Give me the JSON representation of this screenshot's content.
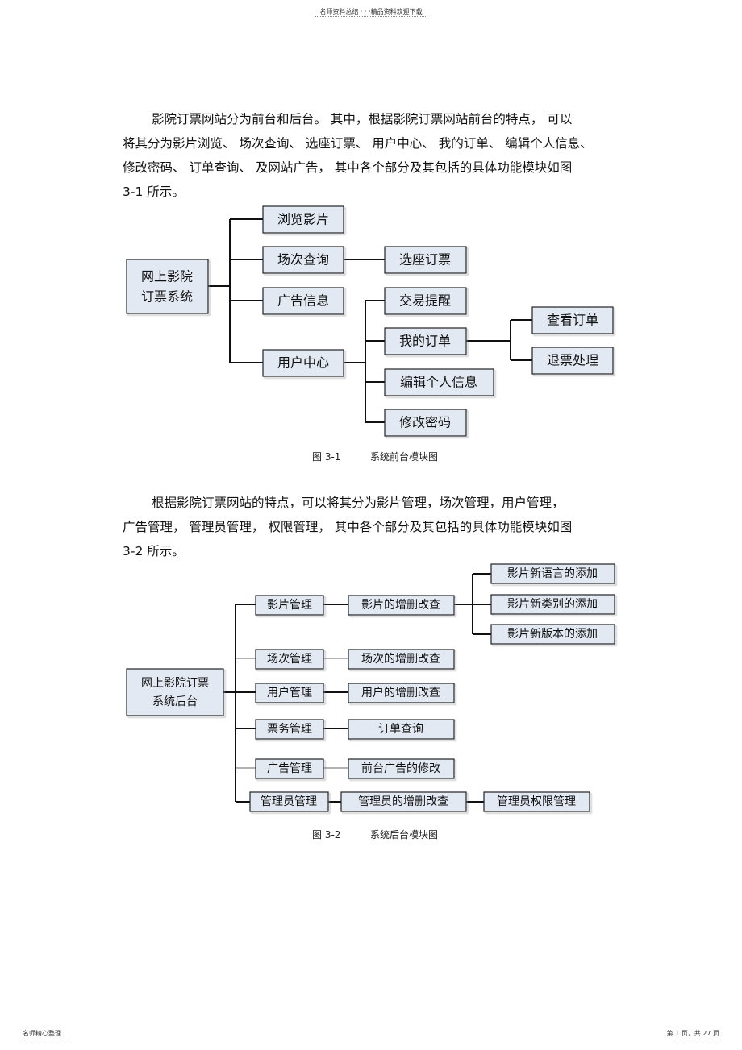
{
  "header": {
    "text": "名师资料总结 · · ·精品资料欢迎下载"
  },
  "paragraph1": {
    "line1": "影院订票网站分为前台和后台。  其中，根据影院订票网站前台的特点，  可以",
    "line2": "将其分为影片浏览、 场次查询、 选座订票、 用户中心、 我的订单、 编辑个人信息、",
    "line3": "修改密码、 订单查询、 及网站广告， 其中各个部分及其包括的具体功能模块如图",
    "line4": "3-1 所示。"
  },
  "figure1": {
    "root": {
      "line1": "网上影院",
      "line2": "订票系统"
    },
    "nodes": {
      "browse": "浏览影片",
      "schedule": "场次查询",
      "seat": "选座订票",
      "ads": "广告信息",
      "user_center": "用户中心",
      "trade_remind": "交易提醒",
      "my_orders": "我的订单",
      "view_order": "查看订单",
      "refund": "退票处理",
      "edit_profile": "编辑个人信息",
      "change_password": "修改密码"
    },
    "caption": {
      "label": "图 3-1",
      "title": "系统前台模块图"
    }
  },
  "paragraph2": {
    "line1": "根据影院订票网站的特点，可以将其分为影片管理，场次管理，用户管理，",
    "line2": "广告管理， 管理员管理， 权限管理， 其中各个部分及其包括的具体功能模块如图",
    "line3": "3-2 所示。"
  },
  "figure2": {
    "root": {
      "line1": "网上影院订票",
      "line2": "系统后台"
    },
    "nodes": {
      "film_mgmt": "影片管理",
      "film_crud": "影片的增删改查",
      "film_lang": "影片新语言的添加",
      "film_type": "影片新类别的添加",
      "film_version": "影片新版本的添加",
      "schedule_mgmt": "场次管理",
      "schedule_crud": "场次的增删改查",
      "user_mgmt": "用户管理",
      "user_crud": "用户的增删改查",
      "ticket_mgmt": "票务管理",
      "order_query": "订单查询",
      "ads_mgmt": "广告管理",
      "ads_edit": "前台广告的修改",
      "admin_mgmt": "管理员管理",
      "admin_crud": "管理员的增删改查",
      "admin_perm": "管理员权限管理"
    },
    "caption": {
      "label": "图 3-2",
      "title": "系统后台模块图"
    }
  },
  "footer": {
    "left": "名师精心整理",
    "right": "第 1 页，共 27 页"
  }
}
